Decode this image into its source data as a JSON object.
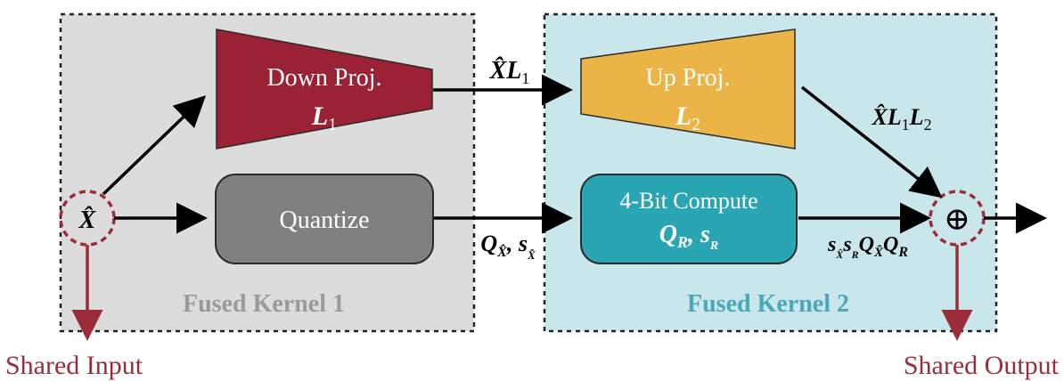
{
  "kernel1": {
    "label": "Fused Kernel 1",
    "fill": "#dcdcdc",
    "label_color": "#9a9a9a"
  },
  "kernel2": {
    "label": "Fused Kernel 2",
    "fill": "#c9e6ea",
    "label_color": "#4aa9b8"
  },
  "down_proj": {
    "line1": "Down Proj.",
    "var": "L",
    "sub": "1",
    "fill": "#9b2235"
  },
  "up_proj": {
    "line1": "Up Proj.",
    "var": "L",
    "sub": "2",
    "fill": "#eab546"
  },
  "quantize": {
    "label": "Quantize",
    "fill": "#808080"
  },
  "compute": {
    "line1": "4-Bit Compute",
    "line2_main": "Q",
    "line2_sub": "R",
    "line2_rest": ", s",
    "line2_sub2": "R",
    "fill": "#2aa5b3"
  },
  "input_node": {
    "symbol": "X̂"
  },
  "output_node": {
    "symbol": "⊕"
  },
  "edge_labels": {
    "xl1": {
      "main": "X̂L",
      "sub": "1"
    },
    "xl1l2": {
      "main": "X̂L",
      "sub1": "1",
      "mid": "L",
      "sub2": "2"
    },
    "q_s": {
      "q": "Q",
      "q_sub": "X̂",
      "sep": ", s",
      "s_sub": "X̂"
    },
    "out_formula": {
      "s1": "s",
      "s1_sub": "X̂",
      "s2": "s",
      "s2_sub": "R",
      "q1": "Q",
      "q1_sub": "X̂",
      "q2": "Q",
      "q2_sub": "R"
    }
  },
  "shared_input": "Shared Input",
  "shared_output": "Shared Output",
  "colors": {
    "accent_red": "#9b2d3a",
    "arrow": "#000000"
  }
}
